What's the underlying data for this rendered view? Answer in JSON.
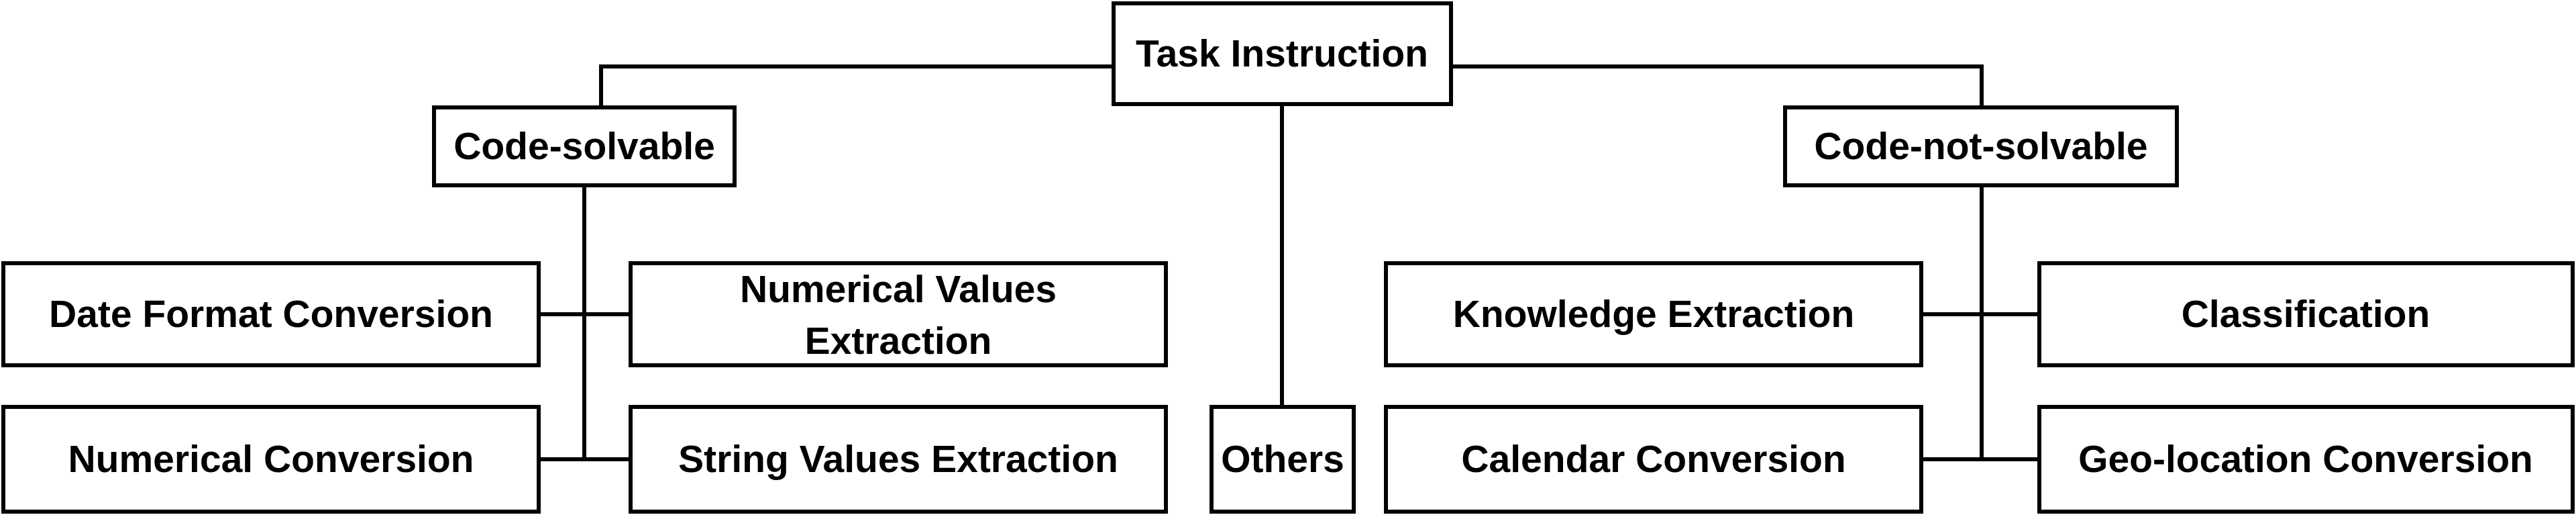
{
  "diagram": {
    "root": {
      "label": "Task Instruction"
    },
    "branches": {
      "code_solvable": {
        "label": "Code-solvable",
        "children": {
          "date_format_conversion": "Date Format Conversion",
          "numerical_values_extraction": [
            "Numerical Values",
            "Extraction"
          ],
          "numerical_conversion": "Numerical Conversion",
          "string_values_extraction": "String Values Extraction"
        }
      },
      "others": {
        "label": "Others"
      },
      "code_not_solvable": {
        "label": "Code-not-solvable",
        "children": {
          "knowledge_extraction": "Knowledge Extraction",
          "classification": "Classification",
          "calendar_conversion": "Calendar Conversion",
          "geo_location_conversion": "Geo-location Conversion"
        }
      }
    },
    "colors": {
      "stroke": "#000000",
      "fill": "#ffffff",
      "text": "#000000"
    }
  }
}
